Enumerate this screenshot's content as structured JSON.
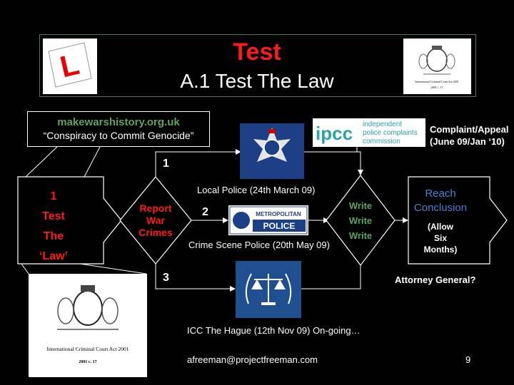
{
  "title": {
    "main": "Test",
    "sub": "A.1 Test The Law"
  },
  "top_box": {
    "url": "makewarshistory.org.uk",
    "quote": "“Conspiracy to Commit Genocide”"
  },
  "ipcc": {
    "logo_text": "ipcc",
    "line1": "independent",
    "line2": "police complaints",
    "line3": "commission"
  },
  "complaint": {
    "line1": "Complaint/Appeal",
    "line2": "(June 09/Jan ‘10)"
  },
  "test_arrow": {
    "l1": "1",
    "l2": "Test",
    "l3": "The",
    "l4": "‘Law’"
  },
  "report_diamond": {
    "l1": "Report",
    "l2": "War",
    "l3": "Crimes"
  },
  "branches": [
    {
      "num": "1",
      "label": "Local Police (24th March 09)"
    },
    {
      "num": "2",
      "label": "Crime Scene Police (20th May 09)"
    },
    {
      "num": "3",
      "label": "ICC The Hague (12th Nov 09) On-going…"
    }
  ],
  "met_police": {
    "line1": "METROPOLITAN",
    "line2": "POLICE"
  },
  "write_diamond": {
    "l1": "Write",
    "l2": "Write",
    "l3": "Write"
  },
  "conclusion": {
    "l1": "Reach",
    "l2": "Conclusion",
    "l3": "(Allow",
    "l4": "Six",
    "l5": "Months)"
  },
  "attorney": "Attorney General?",
  "act_doc": {
    "title": "International Criminal Court Act 2001",
    "code": "2001 c. 17"
  },
  "lplate_letter": "L",
  "footer": {
    "email": "afreeman@projectfreeman.com",
    "page": "9"
  },
  "colors": {
    "red": "#ff1a1a",
    "green": "#5fa35f",
    "blue": "#4a7fd4",
    "frame": "#4f7a4f",
    "icc_blue": "#1f4f8f"
  }
}
